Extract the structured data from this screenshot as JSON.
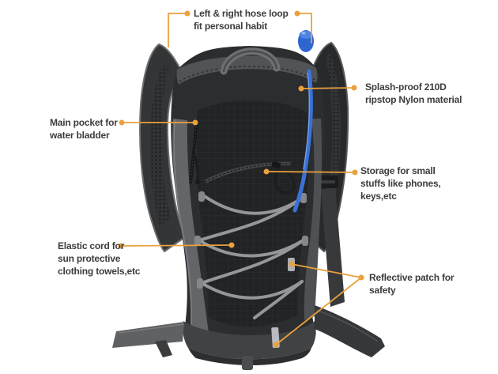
{
  "figure": {
    "type": "annotated-product-diagram",
    "subject": "hydration backpack with feature callouts"
  },
  "colors": {
    "background": "#FFFFFF",
    "callout_line": "#EAA13C",
    "label_text": "#3C3C3C",
    "backpack_body": "#2A2C2E",
    "backpack_panel": "#636568",
    "elastic_cord": "#94969A",
    "hydration_blue": "#2F6BD8",
    "reflective_patch": "#B9BBBE"
  },
  "annotations": [
    {
      "id": "hose-loop",
      "text": "Left & right hose loop\nfit personal habit"
    },
    {
      "id": "material",
      "text": "Splash-proof 210D\nripstop Nylon material"
    },
    {
      "id": "main-pocket",
      "text": "Main pocket for\nwater bladder"
    },
    {
      "id": "storage",
      "text": "Storage for small\nstuffs like phones,\nkeys,etc"
    },
    {
      "id": "elastic-cord",
      "text": "Elastic cord for\nsun protective\nclothing towels,etc"
    },
    {
      "id": "reflective",
      "text": "Reflective patch for\nsafety"
    }
  ]
}
